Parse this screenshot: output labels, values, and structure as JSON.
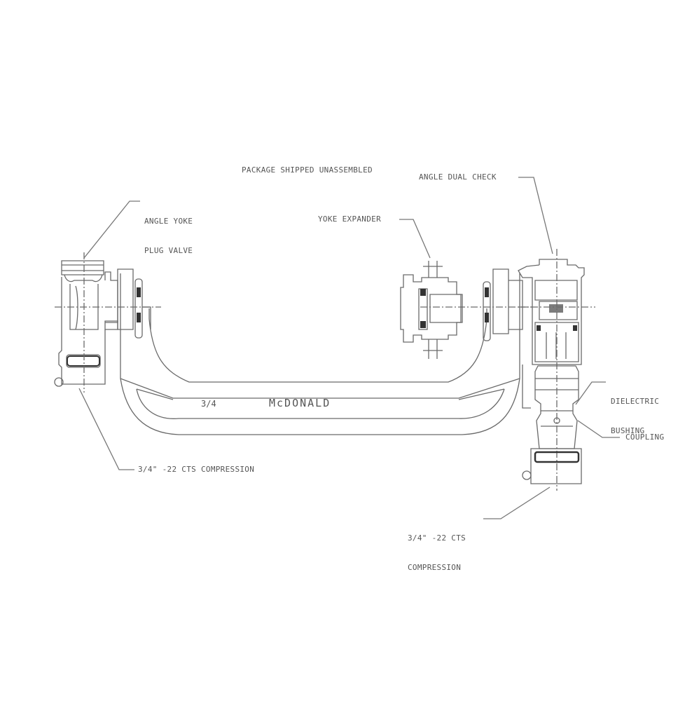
{
  "title": "McDonald angle meter setting assembly drawing",
  "labels": {
    "package_note": "PACKAGE SHIPPED UNASSEMBLED",
    "angle_dual_check": "ANGLE DUAL CHECK",
    "angle_yoke_plug_valve_line1": "ANGLE YOKE",
    "angle_yoke_plug_valve_line2": "PLUG VALVE",
    "yoke_expander": "YOKE EXPANDER",
    "dielectric_bushing_line1": "DIELECTRIC",
    "dielectric_bushing_line2": "BUSHING",
    "coupling": "COUPLING",
    "inlet_compression": "3/4\" -22 CTS COMPRESSION",
    "outlet_compression_line1": "3/4\" -22 CTS",
    "outlet_compression_line2": "COMPRESSION"
  },
  "yoke": {
    "size": "3/4",
    "brand": "McDONALD"
  },
  "colors": {
    "line": "#666666",
    "fill_dark": "#333333",
    "text": "#555555",
    "background": "#ffffff"
  }
}
